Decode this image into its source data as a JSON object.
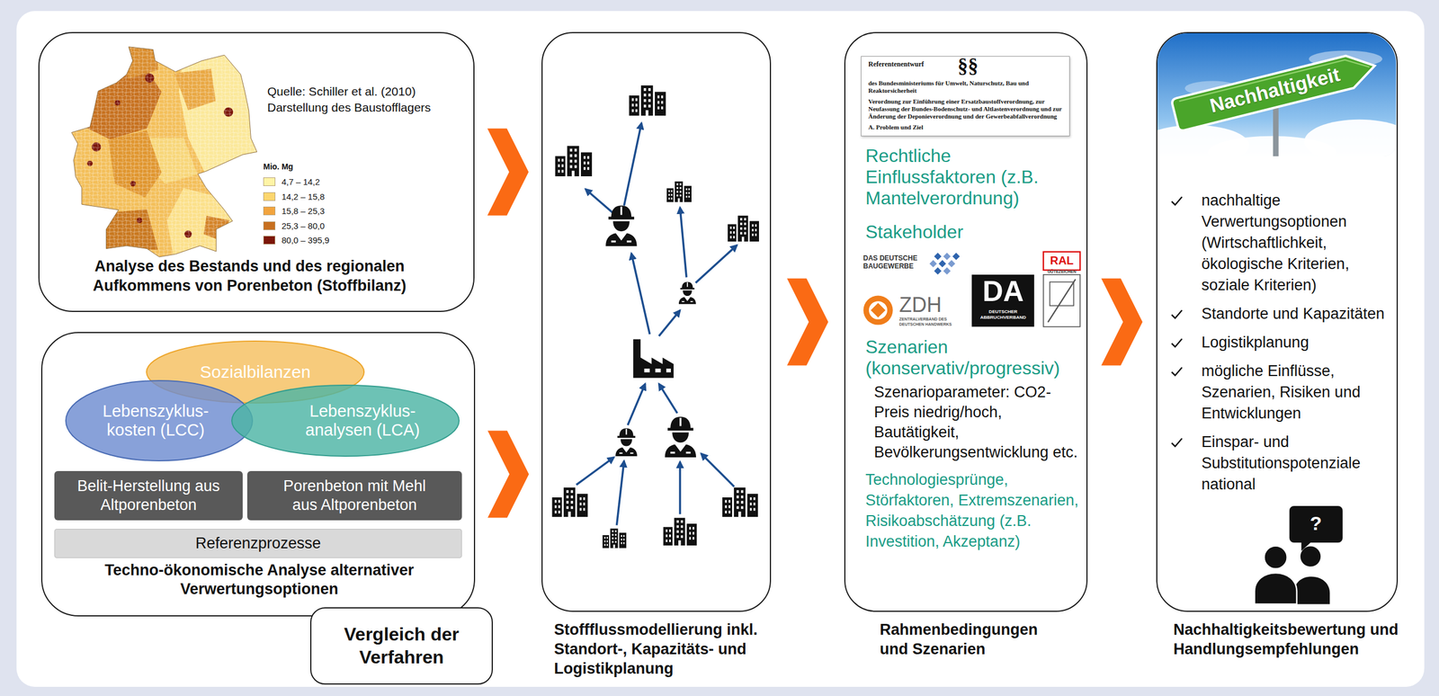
{
  "diagram": {
    "nodes": [
      {
        "text": [
          "Quelle: Schiller et al. (2010) Darstellung des Baustofflagers",
          "Analyse des Bestands und des regionalen Aufkommens von Porenbeton (Stoffbilanz)"
        ]
      },
      {
        "text": [
          "Techno-ökonomische Analyse alternativer Verwertungsoptionen"
        ]
      },
      {
        "text": [
          "Sozialbilanzen"
        ],
        "in": 1
      },
      {
        "text": [
          "Lebenszyklus- kosten (LCC)"
        ],
        "in": 1
      },
      {
        "text": [
          "Lebenszyklus- analysen (LCA)"
        ],
        "in": 1
      },
      {
        "text": [
          "Belit-Herstellung aus Altporenbeton"
        ],
        "in": 1
      },
      {
        "text": [
          "Porenbeton mit Mehl aus Altporenbeton"
        ],
        "in": 1
      },
      {
        "text": [
          "Referenzprozesse"
        ],
        "in": 1
      },
      {
        "text": [
          "Vergleich der Verfahren"
        ]
      },
      {
        "text": [
          "Stoffflussmodellierung inkl. Standort-, Kapazitäts- und Logistikplanung"
        ]
      },
      {
        "text": [
          "Rechtliche Einflussfaktoren (z.B. Mantelverordnung)",
          "Stakeholder",
          "Szenarien (konservativ/progressiv)",
          "Szenarioparameter: CO2-Preis niedrig/hoch, Bautätigkeit, Bevölkerungsentwicklung etc.",
          "Technologiesprünge, Störfaktoren, Extremszenarien, Risikoabschätzung (z.B. Investition, Akzeptanz)",
          "Rahmenbedingungen und Szenarien"
        ]
      },
      {
        "text": [
          "nachhaltige Verwertungsoptionen (Wirtschaftlichkeit, ökologische Kriterien, soziale Kriterien)",
          "Standorte und Kapazitäten",
          "Logistikplanung",
          "mögliche Einflüsse, Szenarien, Risiken und Entwicklungen",
          "Einspar- und Substitutionspotenziale national",
          "Nachhaltigkeitsbewertung und Handlungsempfehlungen"
        ]
      }
    ],
    "edges": [
      {
        "from": 0,
        "to": 9,
        "arrow": "to"
      },
      {
        "from": 1,
        "to": 9,
        "arrow": "to"
      },
      {
        "from": 9,
        "to": 10,
        "arrow": "to"
      },
      {
        "from": 10,
        "to": 11,
        "arrow": "to"
      }
    ],
    "labels": [
      "Mio. Mg",
      "Referentenentwurf",
      "§§",
      "des Bundesministeriums für Umwelt, Naturschutz, Bau und Reaktorsicherheit",
      "Verordnung zur Einführung einer Ersatzbaustoffverordnung, zur Neufassung der Bundes-Bodenschutz- und Altlastenverordnung und zur Änderung der Deponieverordnung und der Gewerbeabfallverordnung",
      "A. Problem und Ziel",
      "DAS DEUTSCHE BAUGEWERBE",
      "RAL",
      "GÜTEZEICHEN",
      "ZDH",
      "ZENTRALVERBAND DES DEUTSCHEN HANDWERKS",
      "DA",
      "DEUTSCHER ABBRUCHVERBAND",
      "Nachhaltigkeit",
      "?"
    ],
    "legend": [
      {
        "text": "4,7 – 14,2",
        "color": "#fff4a6"
      },
      {
        "text": "14,2 – 15,8",
        "color": "#fcd66e"
      },
      {
        "text": "15,8 – 25,3",
        "color": "#f2a43e"
      },
      {
        "text": "25,3 – 80,0",
        "color": "#c76f1f"
      },
      {
        "text": "80,0 – 395,9",
        "color": "#7c160a"
      }
    ]
  }
}
